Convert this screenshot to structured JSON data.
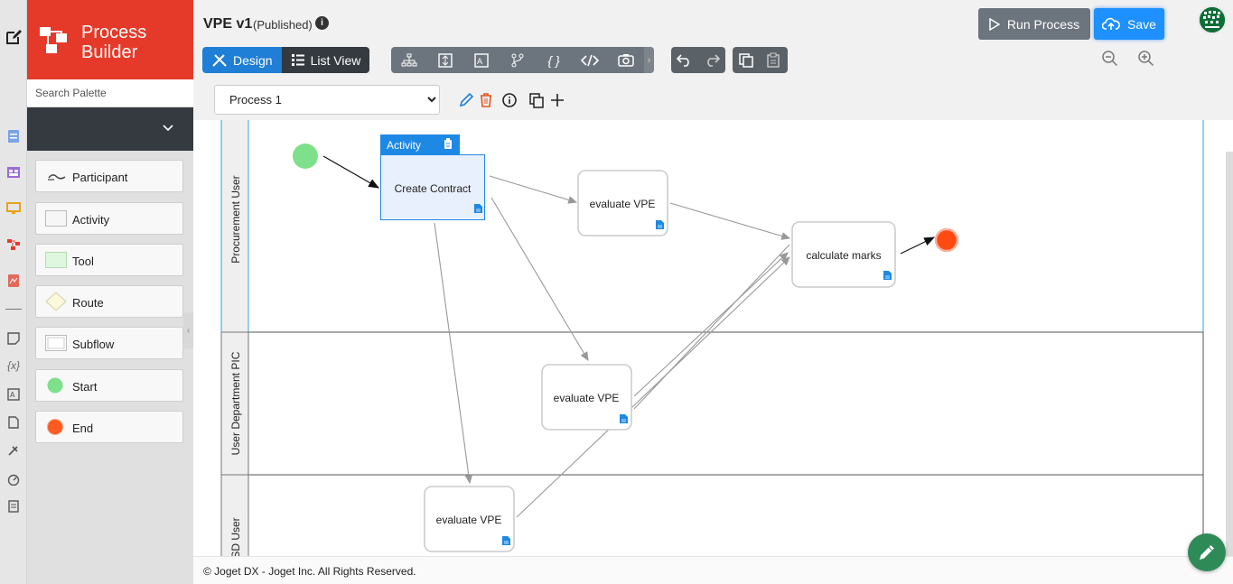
{
  "palette": {
    "brand_line1": "Process",
    "brand_line2": "Builder",
    "search_placeholder": "Search Palette",
    "items": [
      {
        "label": "Participant",
        "icon": "participant-icon"
      },
      {
        "label": "Activity",
        "icon": "activity-icon"
      },
      {
        "label": "Tool",
        "icon": "tool-icon"
      },
      {
        "label": "Route",
        "icon": "route-icon"
      },
      {
        "label": "Subflow",
        "icon": "subflow-icon"
      },
      {
        "label": "Start",
        "icon": "start-icon"
      },
      {
        "label": "End",
        "icon": "end-icon"
      }
    ]
  },
  "header": {
    "title": "VPE v1",
    "status": "(Published)",
    "design_label": "Design",
    "list_view_label": "List View",
    "run_label": "Run Process",
    "save_label": "Save"
  },
  "process_bar": {
    "selected_process": "Process 1"
  },
  "diagram": {
    "swimlanes": [
      {
        "label": "Procurement User"
      },
      {
        "label": "User Department PIC"
      },
      {
        "label": "SD User"
      }
    ],
    "selected_tag": "Activity",
    "activities": [
      {
        "label": "Create Contract"
      },
      {
        "label": "evaluate VPE"
      },
      {
        "label": "evaluate VPE"
      },
      {
        "label": "evaluate VPE"
      },
      {
        "label": "calculate marks"
      }
    ]
  },
  "footer": {
    "copyright": "© Joget DX - Joget Inc. All Rights Reserved."
  },
  "colors": {
    "brand": "#e53a2a",
    "primary": "#1f7fd6",
    "start": "#7ee08a",
    "end": "#ff4a12",
    "selection": "#0a8fd6"
  }
}
